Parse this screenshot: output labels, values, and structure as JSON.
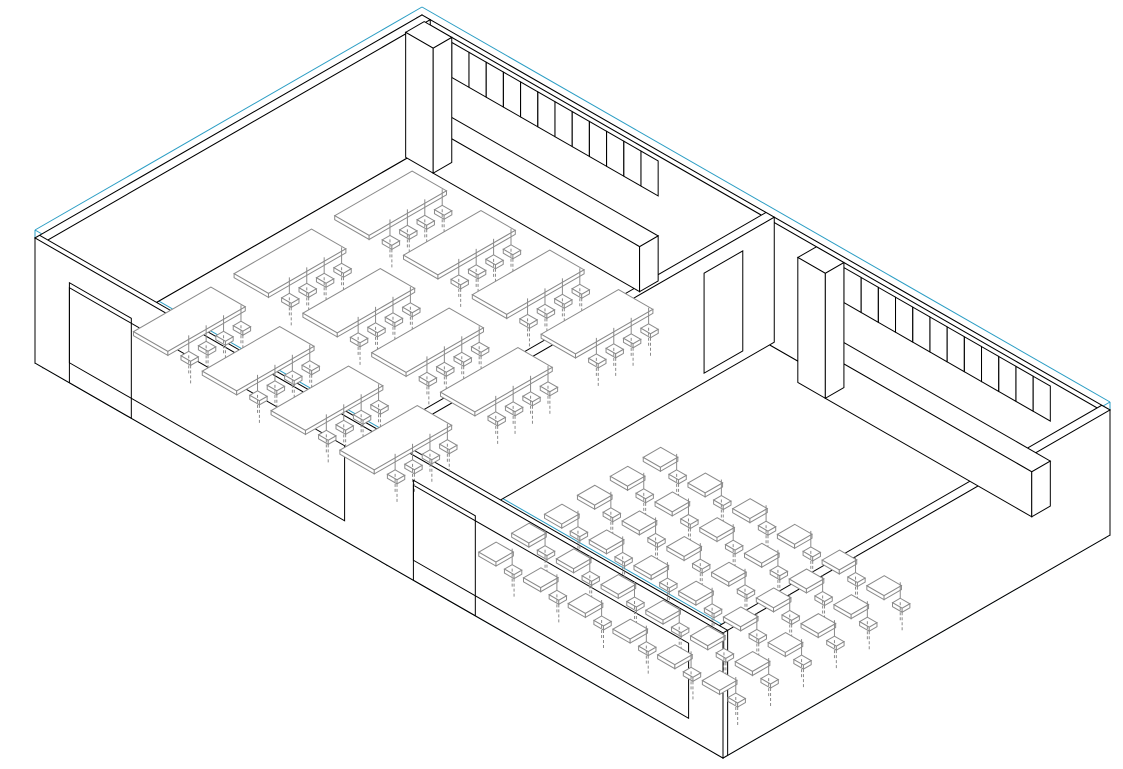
{
  "drawing": {
    "view": "isometric",
    "colors": {
      "bounding_box": "#2a9dc4",
      "walls": "#000000",
      "furniture": "#8a8a8a",
      "background": "#ffffff"
    },
    "rooms": [
      {
        "name_key": "left-classroom",
        "furniture": "long-tables-with-chairs",
        "table_rows": 4,
        "tables_per_row": 3
      },
      {
        "name_key": "right-classroom",
        "furniture": "single-desks-with-chairs",
        "desk_rows": 6,
        "desks_per_row": 6
      }
    ]
  }
}
